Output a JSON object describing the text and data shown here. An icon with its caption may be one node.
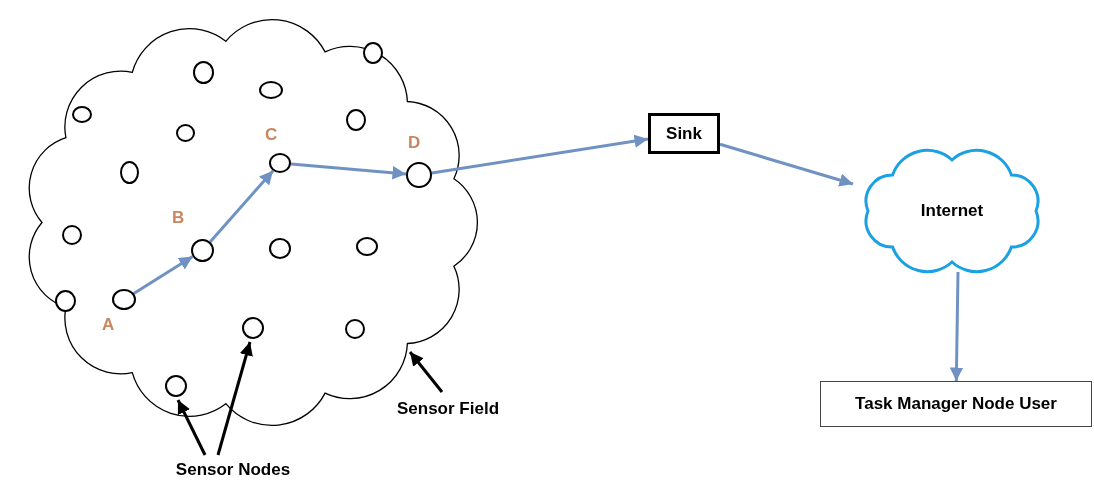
{
  "diagram": {
    "nodes": [
      {
        "text": [],
        "shape": "cloud"
      },
      {
        "text": [],
        "shape": "circle",
        "in": 0
      },
      {
        "text": [],
        "shape": "circle",
        "in": 0
      },
      {
        "text": [],
        "shape": "circle",
        "in": 0
      },
      {
        "text": [],
        "shape": "circle",
        "in": 0
      },
      {
        "text": [],
        "shape": "circle",
        "in": 0
      },
      {
        "text": [],
        "shape": "circle",
        "in": 0
      },
      {
        "text": [],
        "shape": "circle",
        "in": 0,
        "beside": [
          "C"
        ]
      },
      {
        "text": [],
        "shape": "circle",
        "in": 0
      },
      {
        "text": [],
        "shape": "circle",
        "in": 0,
        "beside": [
          "D"
        ]
      },
      {
        "text": [],
        "shape": "circle",
        "in": 0
      },
      {
        "text": [],
        "shape": "circle",
        "in": 0
      },
      {
        "text": [],
        "shape": "circle",
        "in": 0
      },
      {
        "text": [],
        "shape": "circle",
        "in": 0,
        "beside": [
          "B"
        ]
      },
      {
        "text": [],
        "shape": "circle",
        "in": 0,
        "beside": [
          "A"
        ]
      },
      {
        "text": [],
        "shape": "circle",
        "in": 0
      },
      {
        "text": [],
        "shape": "circle",
        "in": 0
      },
      {
        "text": [],
        "shape": "circle",
        "in": 0
      },
      {
        "text": [],
        "shape": "circle",
        "in": 0
      },
      {
        "text": [
          "Sensor Field"
        ]
      },
      {
        "text": [
          "Sensor Nodes"
        ]
      },
      {
        "text": [
          "Sink"
        ]
      },
      {
        "text": [
          "Internet"
        ]
      },
      {
        "text": [
          "Task Manager Node User"
        ]
      }
    ],
    "edges": [
      {
        "from": 14,
        "to": 13,
        "arrow": "to"
      },
      {
        "from": 13,
        "to": 7,
        "arrow": "to"
      },
      {
        "from": 7,
        "to": 9,
        "arrow": "to"
      },
      {
        "from": 9,
        "to": 21,
        "arrow": "to"
      },
      {
        "from": 21,
        "to": 22,
        "arrow": "to"
      },
      {
        "from": 22,
        "to": 23,
        "arrow": "to"
      },
      {
        "from": 19,
        "to": 0,
        "arrow": "to",
        "color": "#000000"
      },
      {
        "from": 20,
        "to": 18,
        "arrow": "to",
        "color": "#000000"
      },
      {
        "from": 20,
        "to": 16,
        "arrow": "to",
        "color": "#000000"
      }
    ]
  }
}
